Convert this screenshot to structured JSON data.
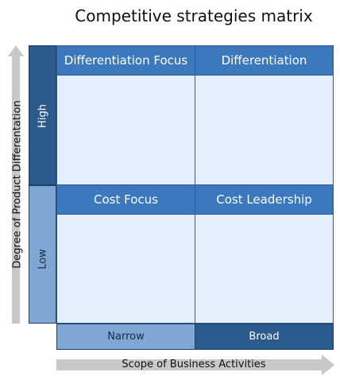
{
  "title": "Competitive strategies matrix",
  "y_axis": {
    "label": "Degree of Product Differentation",
    "high": "High",
    "low": "Low"
  },
  "x_axis": {
    "label": "Scope of Business Activities",
    "narrow": "Narrow",
    "broad": "Broad"
  },
  "quadrants": {
    "top_left": "Differentiation Focus",
    "top_right": "Differentiation",
    "bottom_left": "Cost Focus",
    "bottom_right": "Cost Leadership"
  },
  "colors": {
    "dark_blue": "#2b5b8c",
    "mid_blue": "#3b78bd",
    "light_blue": "#7fa7d6",
    "cell_fill": "#e3f0fb",
    "arrow_gray": "#c8c8c8"
  }
}
